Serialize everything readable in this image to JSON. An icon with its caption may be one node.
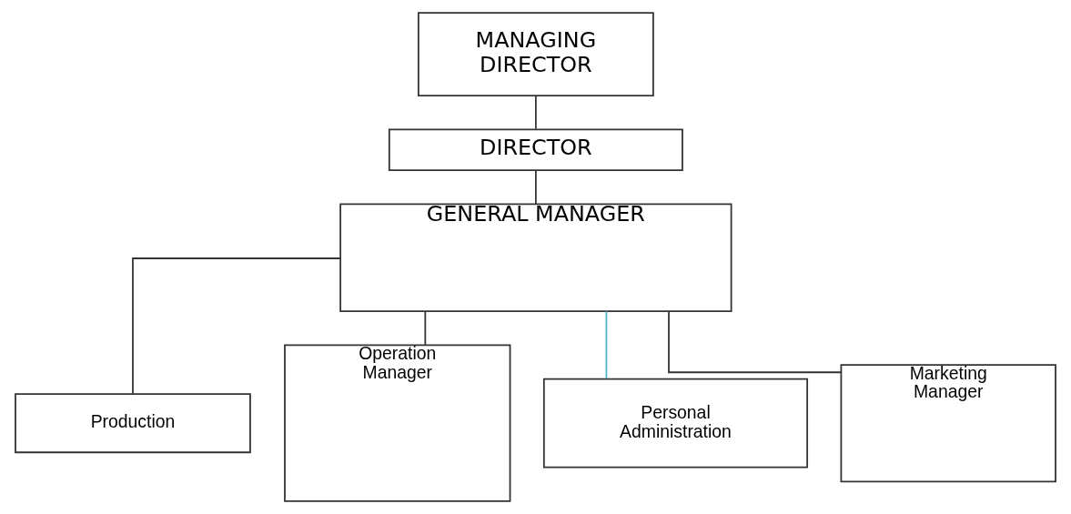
{
  "diagram": {
    "nodes": [
      {
        "text": [
          "MANAGING DIRECTOR"
        ]
      },
      {
        "text": [
          "DIRECTOR"
        ]
      },
      {
        "text": [
          "GENERAL MANAGER"
        ]
      },
      {
        "text": [
          "Production"
        ]
      },
      {
        "text": [
          "Operation Manager"
        ]
      },
      {
        "text": [
          "Personal Administration"
        ]
      },
      {
        "text": [
          "Marketing Manager"
        ]
      }
    ],
    "edges": [
      {
        "from": 0,
        "to": 1,
        "arrow": "none"
      },
      {
        "from": 1,
        "to": 2,
        "arrow": "none"
      },
      {
        "from": 2,
        "to": 3,
        "arrow": "none"
      },
      {
        "from": 2,
        "to": 4,
        "arrow": "none"
      },
      {
        "from": 2,
        "to": 5,
        "arrow": "none",
        "color": "#4fb3c4"
      },
      {
        "from": 2,
        "to": 6,
        "arrow": "none"
      }
    ]
  }
}
